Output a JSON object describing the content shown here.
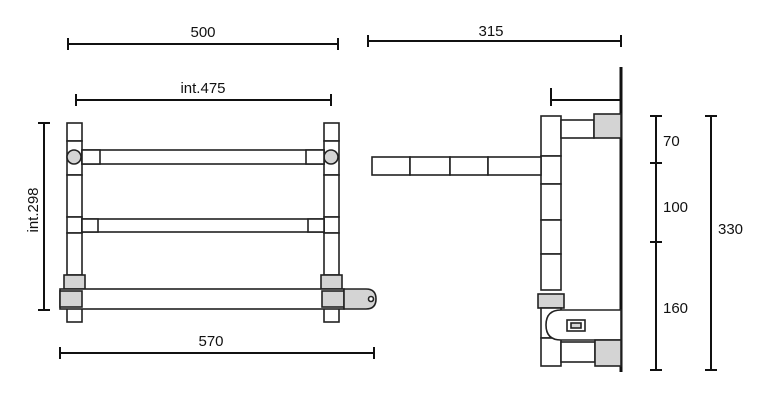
{
  "front_view": {
    "overall_width": "500",
    "internal_width": "int.475",
    "internal_height": "int.298",
    "base_width": "570"
  },
  "side_view": {
    "depth": "315",
    "dim_top": "70",
    "dim_middle": "100",
    "dim_bottom": "160",
    "overall_height": "330"
  }
}
